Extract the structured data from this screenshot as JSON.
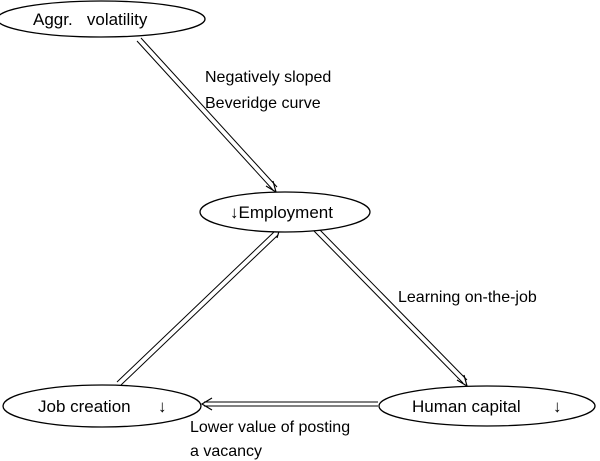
{
  "diagram": {
    "nodes": {
      "volatility": {
        "label": "Aggr.   volatility"
      },
      "employment": {
        "label": "↓Employment"
      },
      "job_creation": {
        "label": "Job creation",
        "arrow": "↓"
      },
      "human_capital": {
        "label": "Human capital",
        "arrow": "↓"
      }
    },
    "edges": {
      "volatility_to_employment": {
        "line1": "Negatively sloped",
        "line2": "Beveridge curve"
      },
      "employment_to_human_capital": {
        "line1": "Learning on-the-job"
      },
      "human_capital_to_job_creation": {
        "line1": "Lower value of posting",
        "line2": "a vacancy"
      },
      "job_creation_to_employment": {}
    },
    "colors": {
      "stroke": "#000000",
      "fill": "#ffffff",
      "text": "#000000"
    }
  }
}
